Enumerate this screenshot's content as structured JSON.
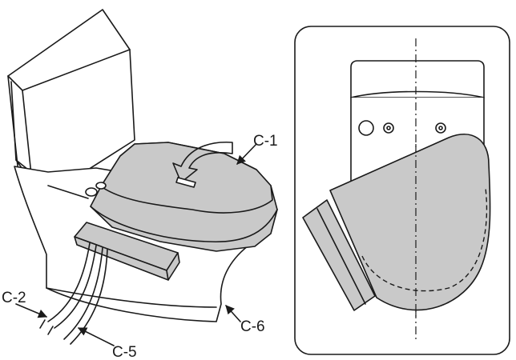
{
  "labels": {
    "c1": "C-1",
    "c2": "C-2",
    "c5": "C-5",
    "c6": "C-6"
  },
  "colors": {
    "outline": "#1a1a1a",
    "seat_fill": "#c9c9c9",
    "background": "#ffffff"
  },
  "icons": {
    "rotate_arrow": "curved-arrow-icon"
  }
}
